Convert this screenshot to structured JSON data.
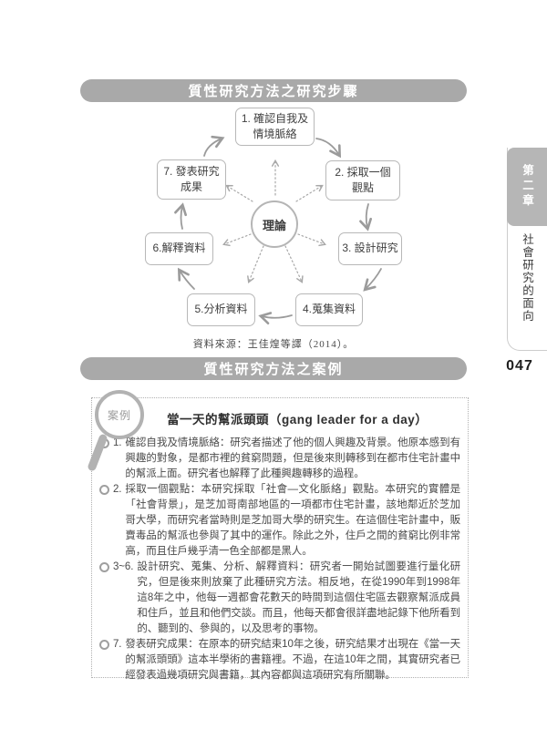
{
  "headers": {
    "steps_title": "質性研究方法之研究步驟",
    "case_title": "質性研究方法之案例"
  },
  "sidebar": {
    "chapter": "第二章",
    "section": "社會研究的面向",
    "page_number": "047"
  },
  "diagram": {
    "center_label": "理論",
    "steps": [
      {
        "label": "1. 確認自我及\n情境脈絡"
      },
      {
        "label": "2. 採取一個\n觀點"
      },
      {
        "label": "3. 設計研究"
      },
      {
        "label": "4.蒐集資料"
      },
      {
        "label": "5.分析資料"
      },
      {
        "label": "6.解釋資料"
      },
      {
        "label": "7. 發表研究\n成果"
      }
    ],
    "source_note": "資料來源：王佳煌等譯（2014）。"
  },
  "case_study": {
    "badge_label": "案例",
    "title": "當一天的幫派頭頭（gang leader for a day）",
    "items": [
      {
        "num": "1.",
        "text": "確認自我及情境脈絡：研究者描述了他的個人興趣及背景。他原本感到有興趣的對象，是都市裡的貧窮問題，但是後來則轉移到在都市住宅計畫中的幫派上面。研究者也解釋了此種興趣轉移的過程。"
      },
      {
        "num": "2.",
        "text": "採取一個觀點：本研究採取「社會—文化脈絡」觀點。本研究的實體是「社會背景」，是芝加哥南部地區的一項都市住宅計畫，該地鄰近於芝加哥大學，而研究者當時則是芝加哥大學的研究生。在這個住宅計畫中，販賣毒品的幫派也參與了其中的運作。除此之外，住戶之間的貧窮比例非常高，而且住戶幾乎清一色全部都是黑人。"
      },
      {
        "num": "3~6.",
        "text": "設計研究、蒐集、分析、解釋資料：研究者一開始試圖要進行量化研究，但是後來則放棄了此種研究方法。相反地，在從1990年到1998年這8年之中，他每一週都會花數天的時間到這個住宅區去觀察幫派成員和住戶，並且和他們交談。而且，他每天都會很詳盡地記錄下他所看到的、聽到的、參與的，以及思考的事物。"
      },
      {
        "num": "7.",
        "text": "發表研究成果：在原本的研究結束10年之後，研究結果才出現在《當一天的幫派頭頭》這本半學術的書籍裡。不過，在這10年之間，其實研究者已經發表過幾項研究與書籍，其內容都與這項研究有所關聯。"
      }
    ]
  },
  "colors": {
    "pill_gray": "#a9a9a9",
    "tab_gray": "#b6b6b6",
    "box_border_gray": "#b8b8b8",
    "arrow_gray": "#9b9b9b",
    "body_text": "#4a4a4a"
  }
}
